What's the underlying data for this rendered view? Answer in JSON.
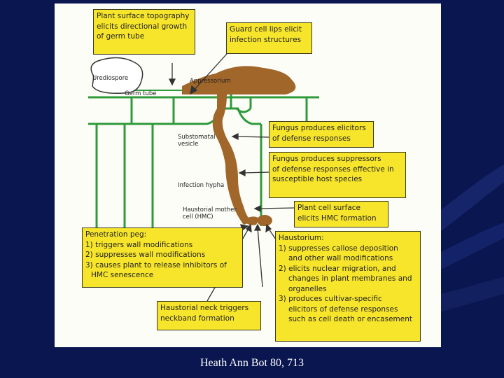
{
  "colors": {
    "background": "#0a1650",
    "box_fill": "#f7e52c",
    "fungus": "#a0662a",
    "cell_wall": "#2f9a3a",
    "caption_text": "#ffffff"
  },
  "boxes": {
    "plant_surface": [
      "Plant surface topography",
      "elicits directional growth",
      "of germ tube"
    ],
    "guard_cell": [
      "Guard cell lips elicit",
      "infection structures"
    ],
    "elicitors": [
      "Fungus produces elicitors",
      "of defense responses"
    ],
    "suppressors": [
      "Fungus produces suppressors",
      "of defense responses effective in",
      "susceptible host species"
    ],
    "hmc": [
      "Plant cell surface",
      "elicits HMC formation"
    ],
    "penetration": [
      "Penetration peg:",
      "1) triggers wall modifications",
      "2) suppresses wall modifications",
      "3) causes plant to release inhibitors of",
      "HMC senescence"
    ],
    "haustorium": [
      "Haustorium:",
      "1) suppresses callose deposition",
      "and other wall modifications",
      "2) elicits nuclear migration, and",
      "changes in plant membranes and",
      "organelles",
      "3) produces cultivar-specific",
      "elicitors of defense responses",
      "such as cell death or encasement"
    ],
    "neck": [
      "Haustorial neck triggers",
      "neckband formation"
    ]
  },
  "labels": {
    "urediospore": "Urediospore",
    "germ_tube": "Germ tube",
    "appressorium": "Appressorium",
    "vesicle": [
      "Substomatal",
      "vesicle"
    ],
    "hypha": "Infection hypha",
    "hmc": [
      "Haustorial mother",
      "cell (HMC)"
    ]
  },
  "caption": "Heath Ann Bot 80, 713"
}
